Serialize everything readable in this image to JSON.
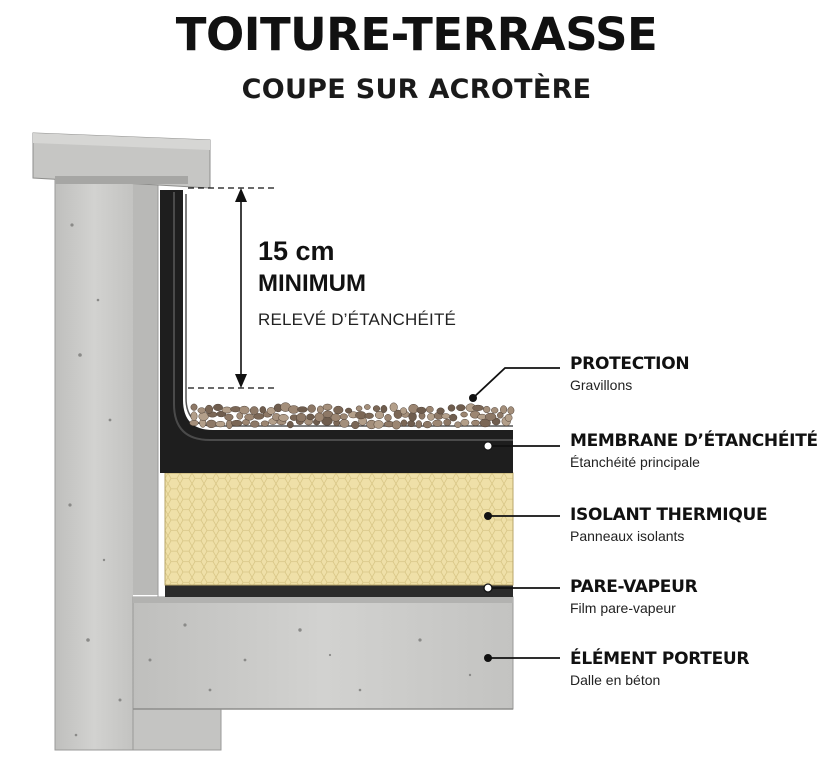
{
  "title": "TOITURE-TERRASSE",
  "subtitle": "COUPE SUR ACROTÈRE",
  "dimension": {
    "value": "15 cm",
    "note": "MINIMUM",
    "caption": "RELEVÉ D’ÉTANCHÉITÉ"
  },
  "layers": [
    {
      "name": "PROTECTION",
      "desc": "Gravillons"
    },
    {
      "name": "MEMBRANE D’ÉTANCHÉITÉ",
      "desc": "Étanchéité principale"
    },
    {
      "name": "ISOLANT THERMIQUE",
      "desc": "Panneaux isolants"
    },
    {
      "name": "PARE-VAPEUR",
      "desc": "Film pare-vapeur"
    },
    {
      "name": "ÉLÉMENT PORTEUR",
      "desc": "Dalle en béton"
    }
  ],
  "colors": {
    "concrete": "#c9c9c7",
    "membrane": "#1e1e1e",
    "insulation": "#efe0a8",
    "gravel": "#9a8470"
  }
}
